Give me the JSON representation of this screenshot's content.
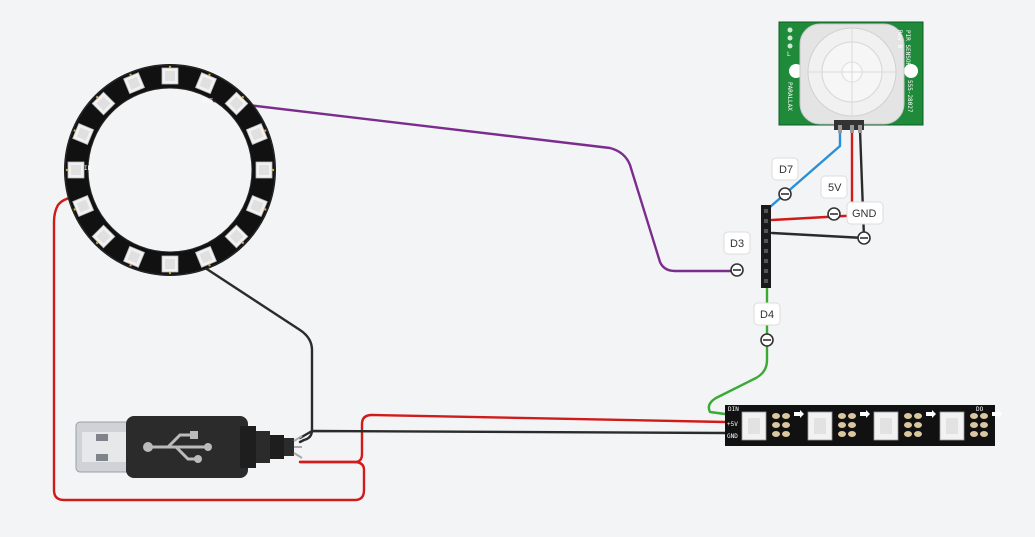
{
  "labels": {
    "d7": "D7",
    "v5": "5V",
    "gnd": "GND",
    "d3": "D3",
    "d4": "D4"
  },
  "pir": {
    "title_line1": "PIR SENSOR",
    "title_line2": "Rev B",
    "part_number": "555-28027",
    "brand": "PARALLAX",
    "jumper_label": "L"
  },
  "ring": {
    "pin_out": "OUT",
    "pin_in": "IN"
  },
  "strip": {
    "pin_din": "DIN",
    "pin_do": "DO",
    "pin_5v": "+5V",
    "pin_gnd": "GND"
  },
  "colors": {
    "red_wire": "#d11a1a",
    "black_wire": "#2b2b2b",
    "purple_wire": "#7b2d8e",
    "blue_wire": "#2a8fd6",
    "green_wire": "#3aaa35",
    "pcb_green": "#1e8a3a",
    "background": "#f3f4f6"
  }
}
